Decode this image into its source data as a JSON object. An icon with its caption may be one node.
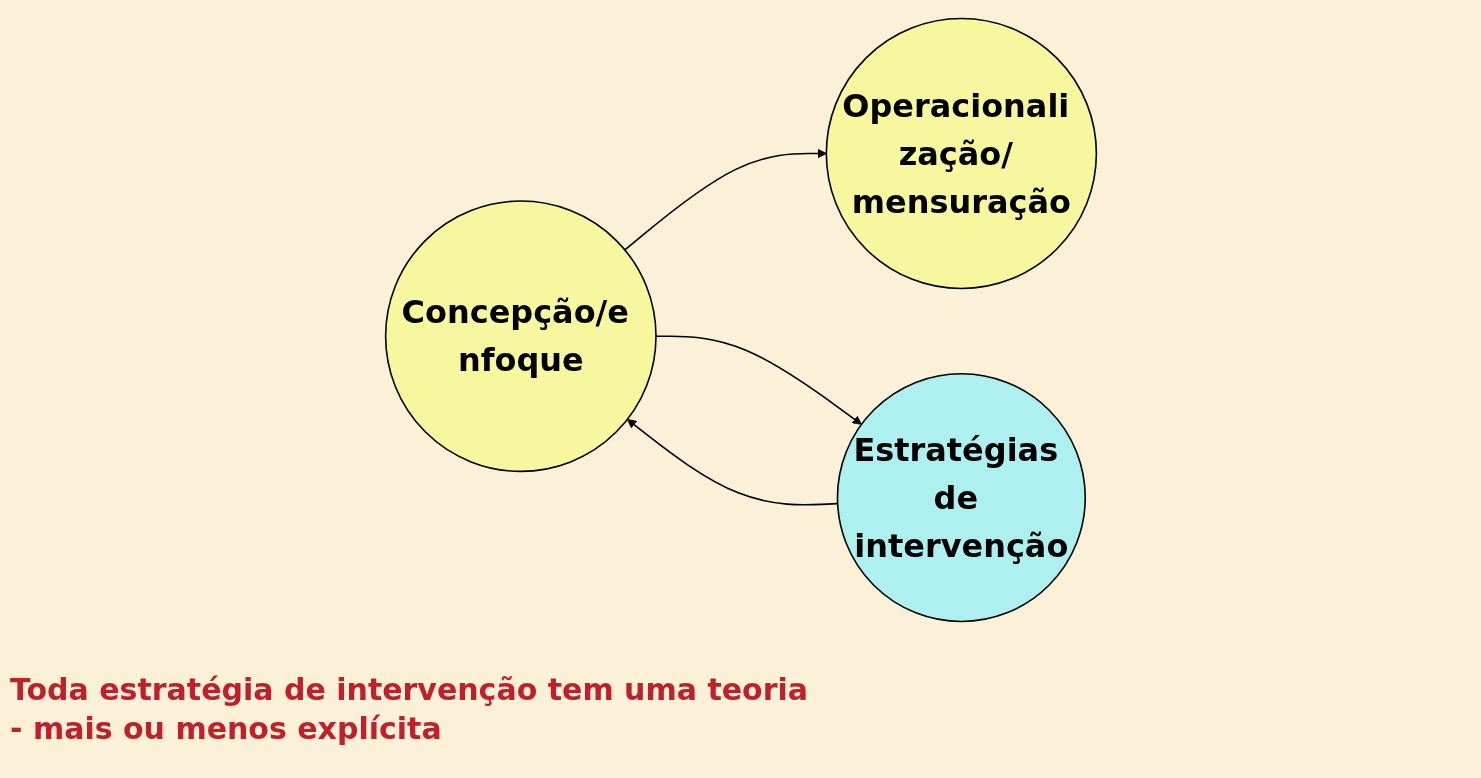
{
  "diagram": {
    "nodes": [
      {
        "text": [
          "Concepção/e nfoque"
        ]
      },
      {
        "text": [
          "Operacionali zação/ mensuração"
        ]
      },
      {
        "text": [
          "Estratégias de intervenção"
        ]
      }
    ],
    "edges": [
      {
        "from": 0,
        "to": 1,
        "arrow": "to"
      },
      {
        "from": 0,
        "to": 2,
        "arrow": "to"
      },
      {
        "from": 2,
        "to": 0,
        "arrow": "to"
      }
    ],
    "labels": [
      "Toda estratégia de intervenção tem uma teoria - mais ou menos explícita"
    ]
  }
}
